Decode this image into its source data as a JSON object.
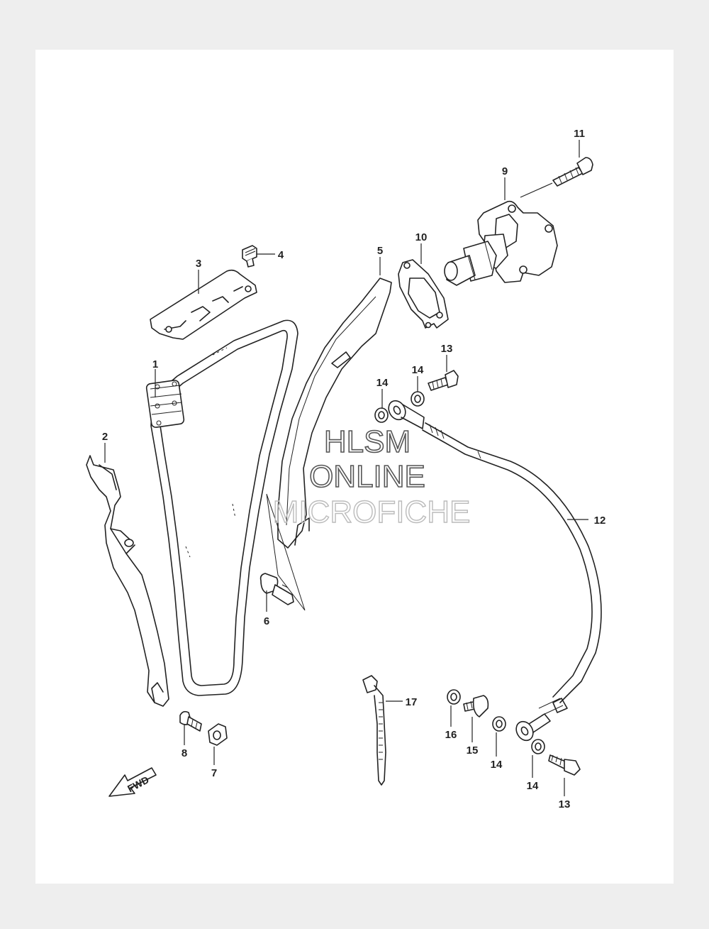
{
  "watermark": {
    "line1": "HLSM",
    "line2": "ONLINE",
    "line3": "MICROFICHE"
  },
  "direction_marker": "FWD",
  "callouts": [
    {
      "id": "c1",
      "number": "1"
    },
    {
      "id": "c2",
      "number": "2"
    },
    {
      "id": "c3",
      "number": "3"
    },
    {
      "id": "c4",
      "number": "4"
    },
    {
      "id": "c5",
      "number": "5"
    },
    {
      "id": "c6",
      "number": "6"
    },
    {
      "id": "c7",
      "number": "7"
    },
    {
      "id": "c8",
      "number": "8"
    },
    {
      "id": "c9",
      "number": "9"
    },
    {
      "id": "c10",
      "number": "10"
    },
    {
      "id": "c11",
      "number": "11"
    },
    {
      "id": "c12",
      "number": "12"
    },
    {
      "id": "c13a",
      "number": "13"
    },
    {
      "id": "c13b",
      "number": "13"
    },
    {
      "id": "c14a",
      "number": "14"
    },
    {
      "id": "c14b",
      "number": "14"
    },
    {
      "id": "c14c",
      "number": "14"
    },
    {
      "id": "c14d",
      "number": "14"
    },
    {
      "id": "c15",
      "number": "15"
    },
    {
      "id": "c16",
      "number": "16"
    },
    {
      "id": "c17",
      "number": "17"
    }
  ]
}
